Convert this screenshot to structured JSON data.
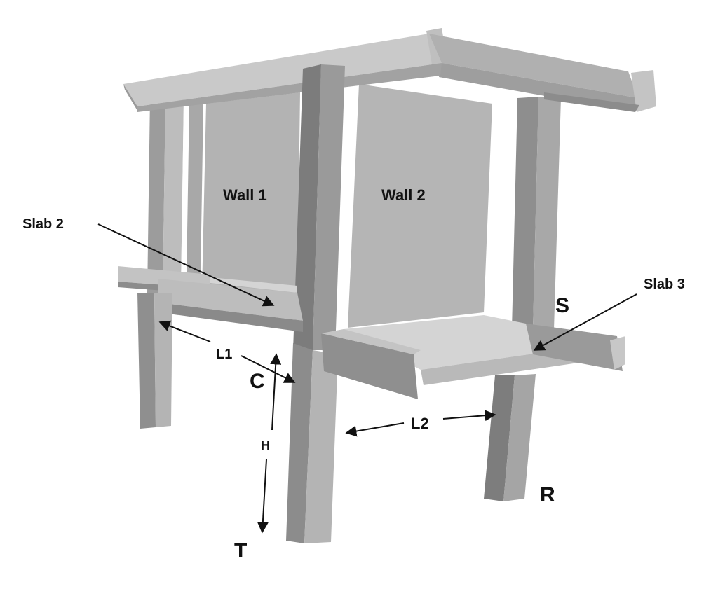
{
  "diagram": {
    "labels": {
      "wall1": "Wall 1",
      "wall2": "Wall 2",
      "slab2": "Slab 2",
      "slab3": "Slab 3",
      "l1": "L1",
      "l2": "L2",
      "h": "H",
      "c": "C",
      "s": "S",
      "r": "R",
      "t": "T"
    },
    "colors": {
      "light": "#c9c9c9",
      "mid": "#a3a3a3",
      "dark": "#8a8a8a",
      "darker": "#6f6f6f",
      "slab_top": "#d4d4d4",
      "wall": "#b3b3b3",
      "edge": "#9a9a9a"
    }
  }
}
